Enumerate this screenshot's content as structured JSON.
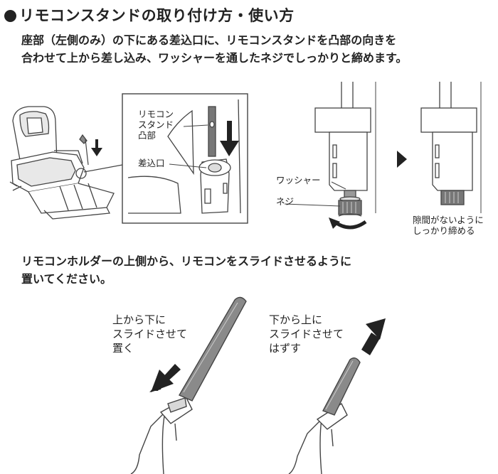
{
  "heading": {
    "bullet": "●",
    "title": "リモコンスタンドの取り付け方・使い方"
  },
  "instructions": {
    "step1_line1": "座部（左側のみ）の下にある差込口に、リモコンスタンドを凸部の向きを",
    "step1_line2": "合わせて上から差し込み、ワッシャーを通したネジでしっかりと締めます。",
    "step2_line1": "リモコンホルダーの上側から、リモコンをスライドさせるように",
    "step2_line2": "置いてください。"
  },
  "figure1": {
    "label_stand_convex": [
      "リモコン",
      "スタンド",
      "凸部"
    ],
    "label_slot": "差込口"
  },
  "figure2": {
    "label_washer": "ワッシャー",
    "label_screw": "ネジ",
    "label_tighten": [
      "隙間がないように",
      "しっかり締める"
    ]
  },
  "figure3": {
    "label_place": [
      "上から下に",
      "スライドさせて",
      "置く"
    ],
    "label_remove": [
      "下から上に",
      "スライドさせて",
      "はずす"
    ]
  },
  "colors": {
    "ink": "#222222",
    "line": "#444444",
    "fill_gray": "#8a8a8a",
    "fill_light": "#d8d8d8"
  }
}
